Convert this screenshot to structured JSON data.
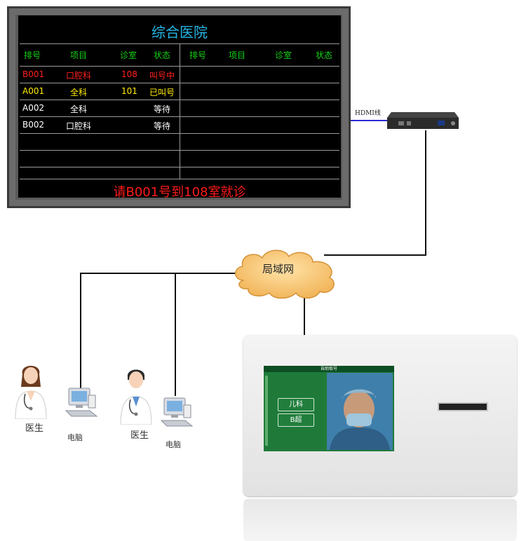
{
  "board": {
    "title": "综合医院",
    "left_headers": [
      "排号",
      "项目",
      "诊室",
      "状态"
    ],
    "right_headers": [
      "排号",
      "项目",
      "诊室",
      "状态"
    ],
    "rows": [
      {
        "num": "B001",
        "item": "口腔科",
        "room": "108",
        "status": "叫号中",
        "color": "#ff2020"
      },
      {
        "num": "A001",
        "item": "全科",
        "room": "101",
        "status": "已叫号",
        "color": "#ffeb00"
      },
      {
        "num": "A002",
        "item": "全科",
        "room": "",
        "status": "等待",
        "color": "#ffffff"
      },
      {
        "num": "B002",
        "item": "口腔科",
        "room": "",
        "status": "等待",
        "color": "#ffffff"
      }
    ],
    "message": "请B001号到108室就诊"
  },
  "hdmi_label": "HDMI线",
  "network_label": "局域网",
  "doctors": [
    {
      "label": "医生",
      "pc_label": "电脑"
    },
    {
      "label": "医生",
      "pc_label": "电脑"
    }
  ],
  "kiosk": {
    "title": "自助取号",
    "buttons": [
      "儿科",
      "B超"
    ]
  }
}
